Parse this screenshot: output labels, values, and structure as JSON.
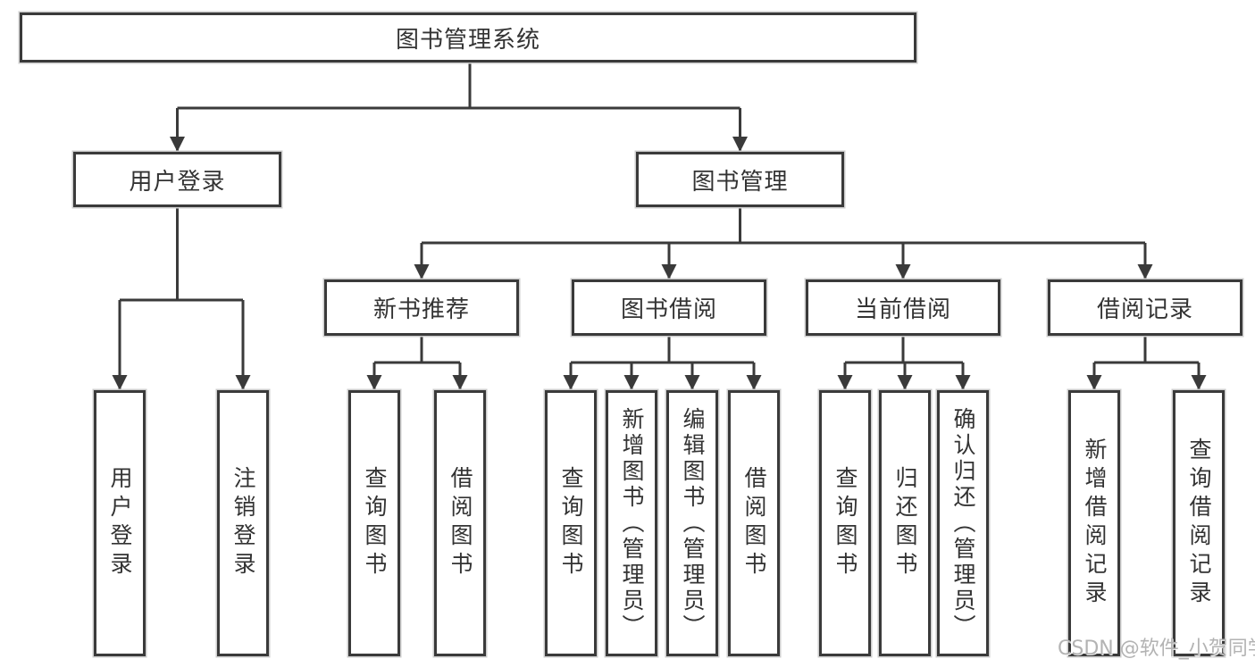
{
  "tree": {
    "root": {
      "label": "图书管理系统",
      "children": [
        {
          "label": "用户登录",
          "children": [
            {
              "label": "用户登录"
            },
            {
              "label": "注销登录"
            }
          ]
        },
        {
          "label": "图书管理",
          "children": [
            {
              "label": "新书推荐",
              "children": [
                {
                  "label": "查询图书"
                },
                {
                  "label": "借阅图书"
                }
              ]
            },
            {
              "label": "图书借阅",
              "children": [
                {
                  "label": "查询图书"
                },
                {
                  "label": "新增图书（管理员）"
                },
                {
                  "label": "编辑图书（管理员）"
                },
                {
                  "label": "借阅图书"
                }
              ]
            },
            {
              "label": "当前借阅",
              "children": [
                {
                  "label": "查询图书"
                },
                {
                  "label": "归还图书"
                },
                {
                  "label": "确认归还（管理员）"
                }
              ]
            },
            {
              "label": "借阅记录",
              "children": [
                {
                  "label": "新增借阅记录"
                },
                {
                  "label": "查询借阅记录"
                }
              ]
            }
          ]
        }
      ]
    }
  },
  "watermark": {
    "text": "CSDN @软件_小贺同学"
  },
  "colors": {
    "line": "#3a3a3a",
    "box_border": "#3a3a3a",
    "box_background": "#ffffff",
    "text": "#333333",
    "watermark": "#b3b3b3"
  }
}
